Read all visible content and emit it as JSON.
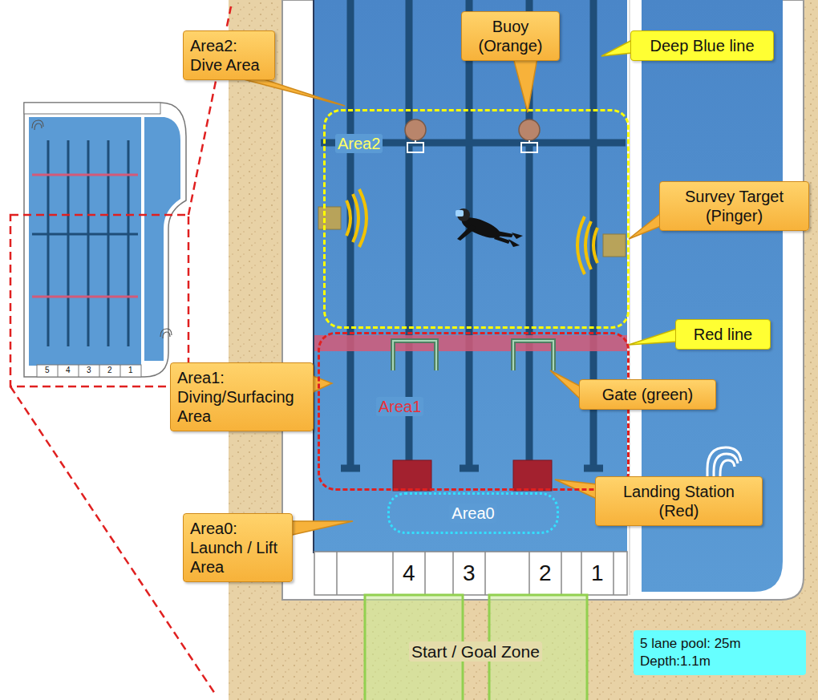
{
  "diagram": {
    "nodes": [
      {
        "text": [
          "Area2: Dive Area"
        ]
      },
      {
        "text": [
          "Buoy (Orange)"
        ]
      },
      {
        "text": [
          "Deep Blue line"
        ]
      },
      {
        "text": [
          "Area2"
        ]
      },
      {
        "text": [
          "Survey Target (Pinger)"
        ]
      },
      {
        "text": [
          "Red line"
        ]
      },
      {
        "text": [
          "Area1"
        ]
      },
      {
        "text": [
          "Area1: Diving/Surfacing Area"
        ]
      },
      {
        "text": [
          "Gate (green)"
        ]
      },
      {
        "text": [
          "Landing Station (Red)"
        ]
      },
      {
        "text": [
          "Area0"
        ]
      },
      {
        "text": [
          "Area0: Launch / Lift Area"
        ]
      },
      {
        "text": [
          "5 lane pool: 25m Depth:1.1m"
        ]
      }
    ],
    "labels": [
      "4",
      "3",
      "2",
      "1",
      "Start / Goal Zone",
      "5",
      "4",
      "3",
      "2",
      "1"
    ]
  }
}
